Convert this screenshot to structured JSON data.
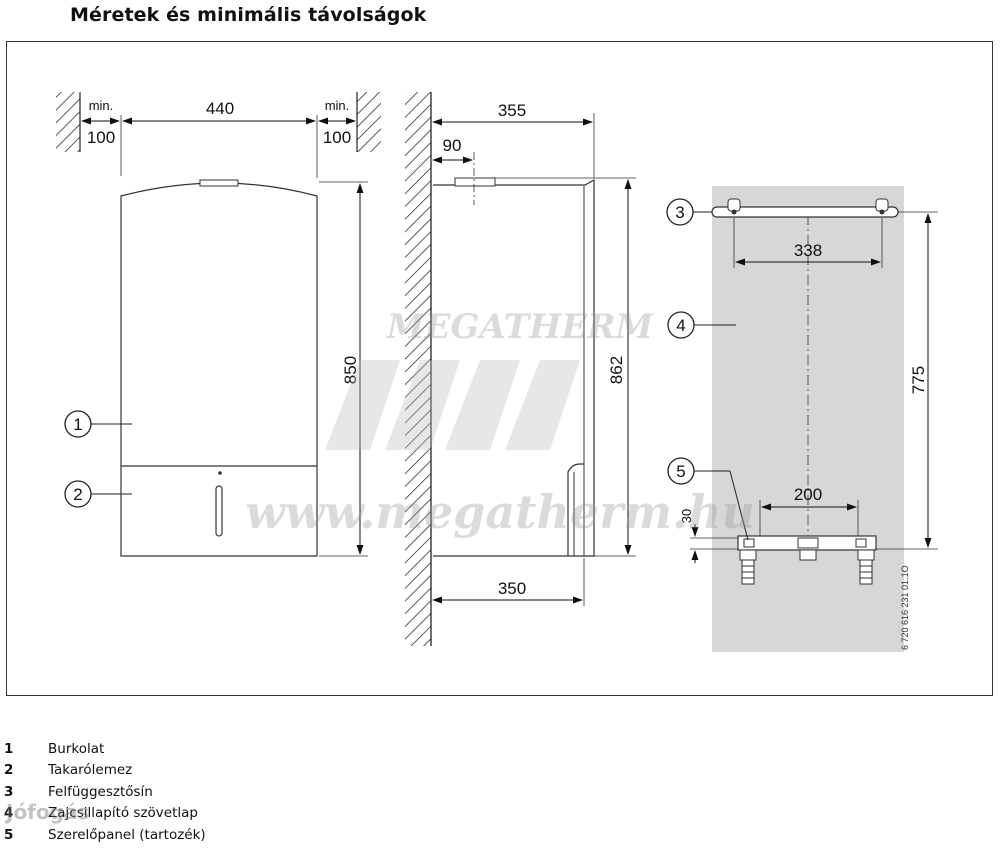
{
  "title": "Méretek és minimális távolságok",
  "dimensions": {
    "min_left_label": "min.",
    "min_left_value": "100",
    "width": "440",
    "min_right_label": "min.",
    "min_right_value": "100",
    "height_front": "850",
    "depth": "355",
    "offset_top": "90",
    "height_side": "862",
    "depth_bottom": "350",
    "rail_width": "338",
    "rail_height": "775",
    "panel_width": "200",
    "panel_offset": "30"
  },
  "callouts": [
    "1",
    "2",
    "3",
    "4",
    "5"
  ],
  "drawing_code": "6 720 616 231 01.1O",
  "watermark": {
    "logo": "MEGATHERM",
    "url": "www.megatherm.hu"
  },
  "legend": [
    {
      "num": "1",
      "text": "Burkolat"
    },
    {
      "num": "2",
      "text": "Takarólemez"
    },
    {
      "num": "3",
      "text": "Felfüggesztősín"
    },
    {
      "num": "4",
      "text": "Zajcsillapító szövetlap"
    },
    {
      "num": "5",
      "text": "Szerelőpanel (tartozék)"
    }
  ],
  "corner_mark": "Jófogás"
}
